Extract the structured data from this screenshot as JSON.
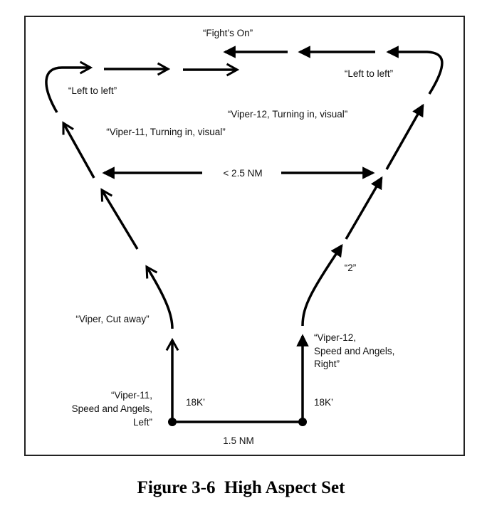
{
  "figure": {
    "labels": {
      "fights_on": "“Fight’s On”",
      "left_to_left_1": "“Left to left”",
      "left_to_left_2": "“Left to left”",
      "viper12_turning": "“Viper-12, Turning in, visual”",
      "viper11_turning": "“Viper-11, Turning in, visual”",
      "range_short": "< 2.5 NM",
      "two": "“2”",
      "cut_away": "“Viper, Cut away”",
      "viper12_speed_1": "“Viper-12,",
      "viper12_speed_2": "Speed and Angels,",
      "viper12_speed_3": "Right”",
      "viper11_speed_1": "“Viper-11,",
      "viper11_speed_2": "Speed and Angels,",
      "viper11_speed_3": "Left”",
      "alt_left": "18K’",
      "alt_right": "18K’",
      "range_start": "1.5 NM"
    },
    "caption": {
      "number": "Figure 3-6",
      "title": "High Aspect Set"
    }
  }
}
